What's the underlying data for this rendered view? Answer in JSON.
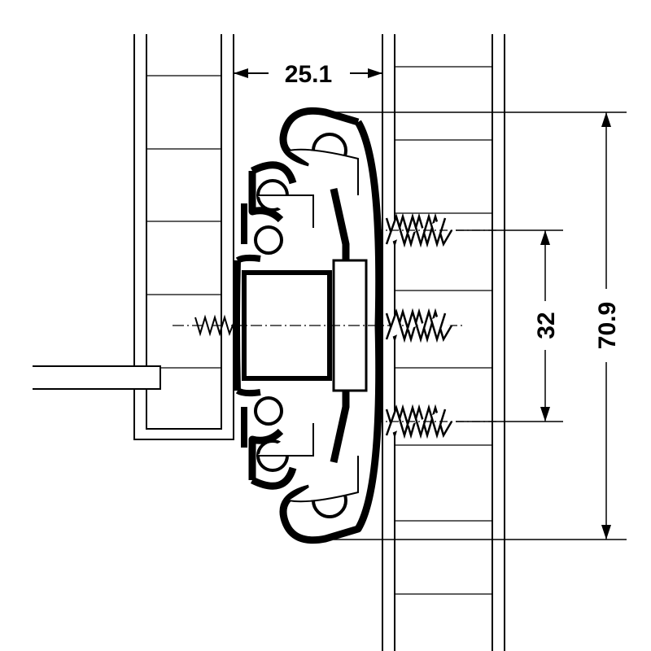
{
  "dimensions": {
    "gap_width": "25.1",
    "screw_spacing": "32",
    "slide_height": "70.9"
  },
  "colors": {
    "line": "#000000",
    "background": "#ffffff"
  }
}
